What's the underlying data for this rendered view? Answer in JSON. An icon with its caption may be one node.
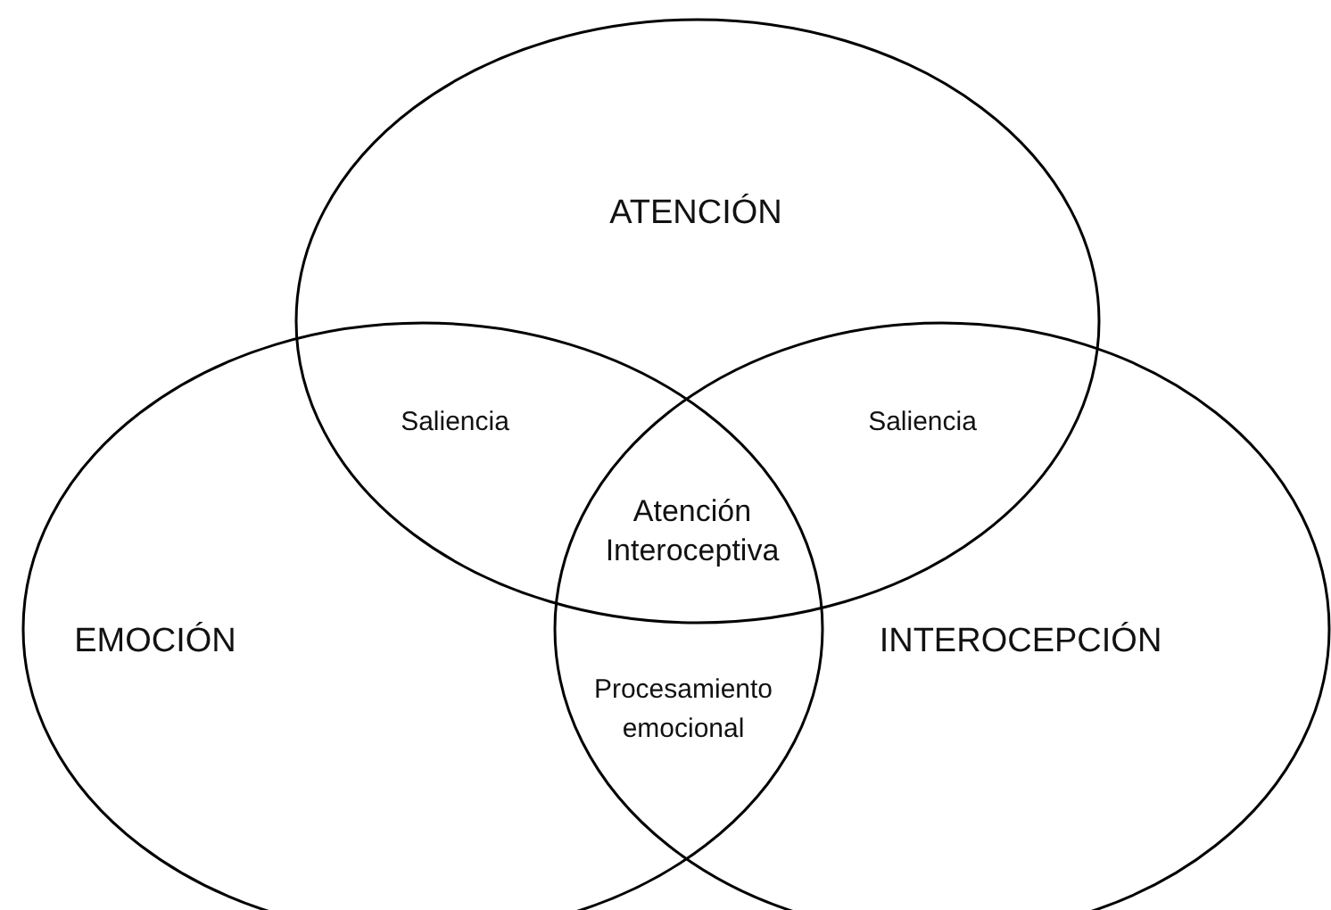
{
  "diagram": {
    "nodes": [
      {
        "text": [
          "ATENCIÓN"
        ]
      },
      {
        "text": [
          "EMOCIÓN"
        ]
      },
      {
        "text": [
          "INTEROCEPCIÓN"
        ]
      }
    ],
    "labels": [
      "Saliencia",
      "Saliencia",
      "Atención Interoceptiva",
      "Procesamiento emocional"
    ]
  }
}
